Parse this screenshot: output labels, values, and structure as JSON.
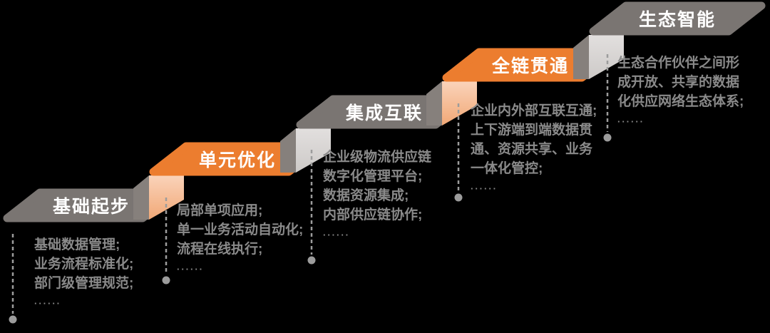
{
  "diagram": {
    "name": "digital-supply-chain-maturity-staircase",
    "background": "#000000",
    "colors": {
      "step_gray": "#7A7572",
      "step_orange": "#EC7D2F",
      "riser_light_orange": "#F5BE99",
      "riser_light_gray": "#D8D5D3",
      "side_cap_gray": "#86807C",
      "description_text": "#8A8A8A",
      "dash_line": "#9C9C9C",
      "title_text": "#FFFFFF"
    },
    "steps": [
      {
        "title": "基础起步",
        "accent": "gray",
        "lines": [
          "基础数据管理;",
          "业务流程标准化;",
          "部门级管理规范;"
        ],
        "ellipsis": "······"
      },
      {
        "title": "单元优化",
        "accent": "orange",
        "lines": [
          "局部单项应用;",
          "单一业务活动自动化;",
          "流程在线执行;"
        ],
        "ellipsis": "······"
      },
      {
        "title": "集成互联",
        "accent": "gray",
        "lines": [
          "企业级物流供应链",
          "数字化管理平台;",
          "数据资源集成;",
          "内部供应链协作;"
        ],
        "ellipsis": "······"
      },
      {
        "title": "全链贯通",
        "accent": "orange",
        "lines": [
          "企业内外部互联互通;",
          "上下游端到端数据贯",
          "通、资源共享、业务",
          "一体化管控;"
        ],
        "ellipsis": "······"
      },
      {
        "title": "生态智能",
        "accent": "gray",
        "lines": [
          "生态合作伙伴之间形",
          "成开放、共享的数据",
          "化供应网络生态体系;"
        ],
        "ellipsis": "······"
      }
    ]
  }
}
